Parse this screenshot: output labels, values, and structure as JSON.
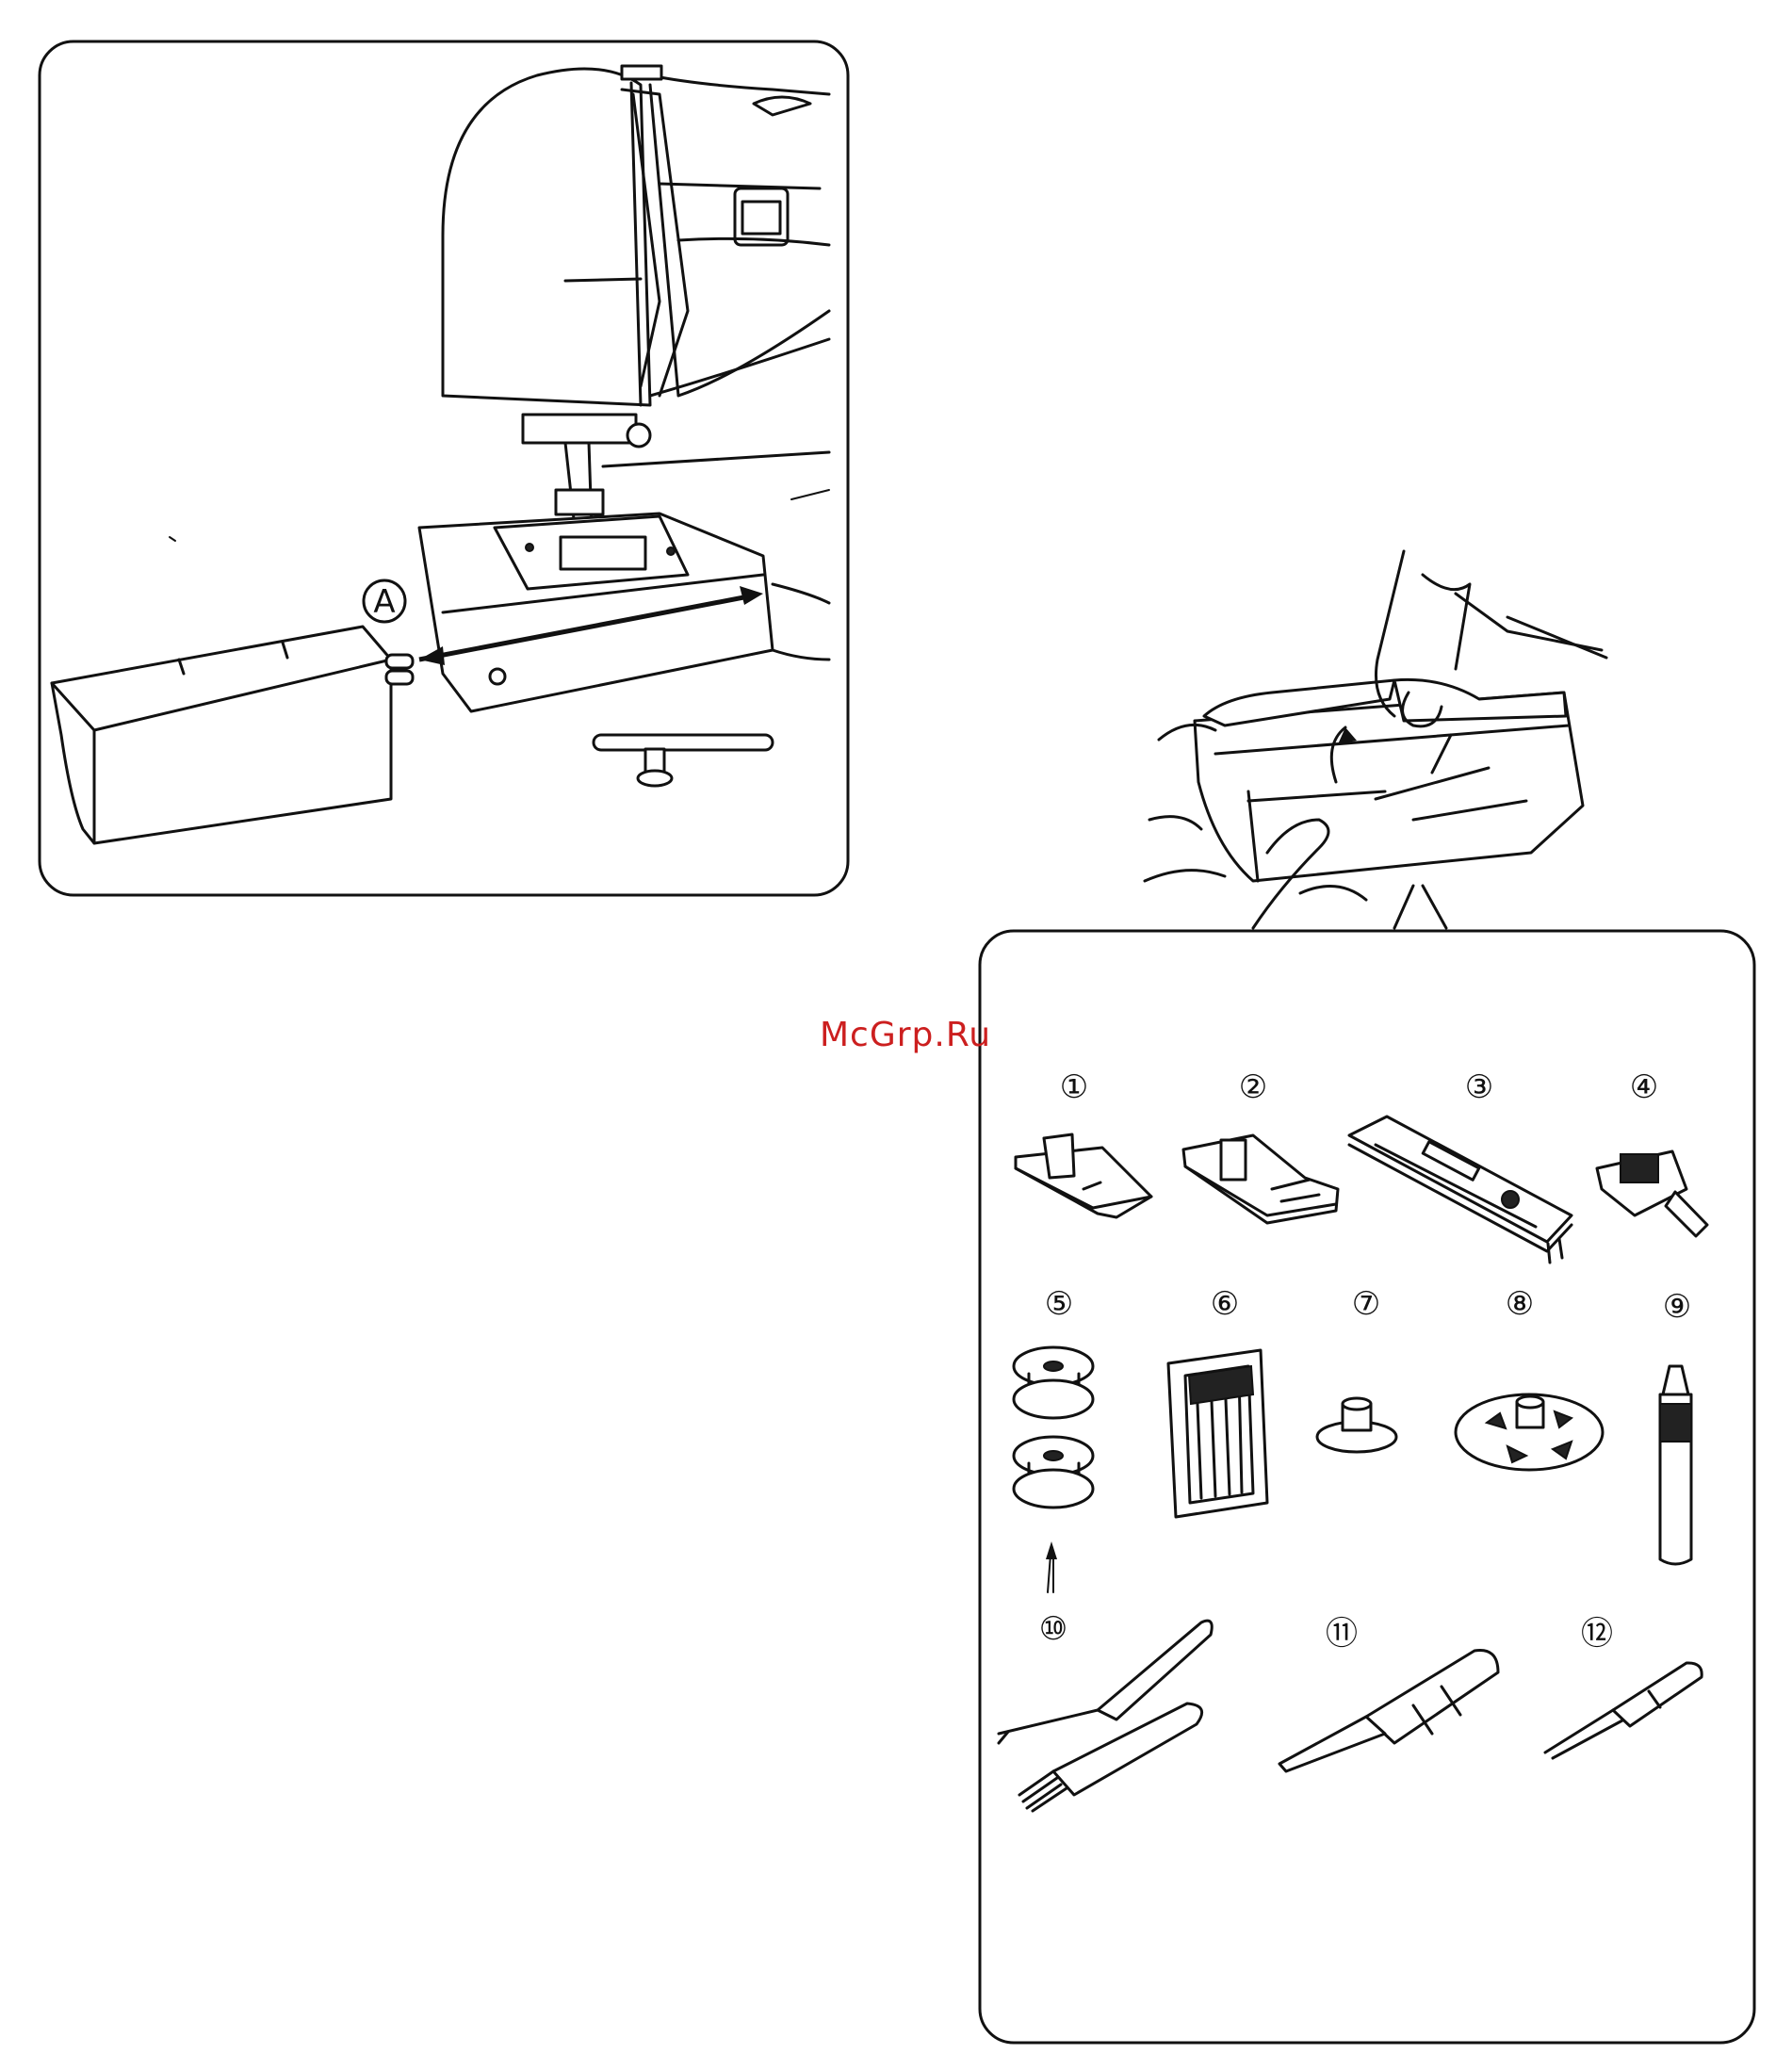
{
  "machine_panel": {
    "callout": "A"
  },
  "watermark": "McGrp.Ru",
  "accessories": {
    "items": [
      {
        "number": "①"
      },
      {
        "number": "②"
      },
      {
        "number": "③"
      },
      {
        "number": "④"
      },
      {
        "number": "⑤"
      },
      {
        "number": "⑥"
      },
      {
        "number": "⑦"
      },
      {
        "number": "⑧"
      },
      {
        "number": "⑨"
      },
      {
        "number": "⑩"
      },
      {
        "number": "⑪"
      },
      {
        "number": "⑫"
      }
    ]
  }
}
